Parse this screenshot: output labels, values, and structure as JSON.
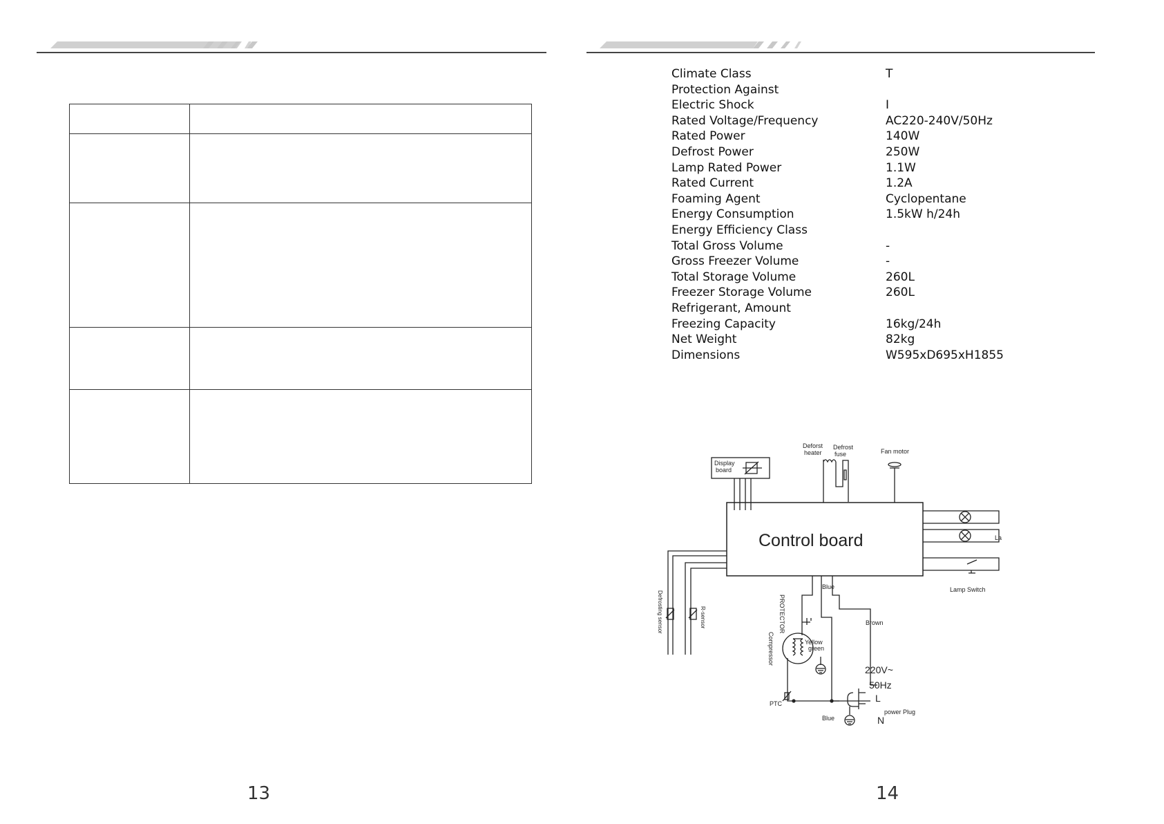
{
  "left_page": {
    "page_number": "13"
  },
  "right_page": {
    "page_number": "14",
    "specs": [
      {
        "label": "Climate Class",
        "value": "T"
      },
      {
        "label": "Protection Against",
        "value": ""
      },
      {
        "label": "Electric Shock",
        "value": "I"
      },
      {
        "label": "Rated Voltage/Frequency",
        "value": "AC220-240V/50Hz"
      },
      {
        "label": "Rated Power",
        "value": "140W"
      },
      {
        "label": "Defrost Power",
        "value": "250W"
      },
      {
        "label": "Lamp Rated Power",
        "value": "1.1W"
      },
      {
        "label": "Rated Current",
        "value": "1.2A"
      },
      {
        "label": "Foaming Agent",
        "value": "Cyclopentane"
      },
      {
        "label": "Energy Consumption",
        "value": "1.5kW h/24h"
      },
      {
        "label": "Energy Efficiency Class",
        "value": ""
      },
      {
        "label": "Total Gross Volume",
        "value": "-"
      },
      {
        "label": "Gross Freezer Volume",
        "value": "-"
      },
      {
        "label": "Total Storage Volume",
        "value": "260L"
      },
      {
        "label": "Freezer Storage Volume",
        "value": "260L"
      },
      {
        "label": "Refrigerant, Amount",
        "value": ""
      },
      {
        "label": "Freezing Capacity",
        "value": "16kg/24h"
      },
      {
        "label": "Net Weight",
        "value": "82kg"
      },
      {
        "label": "Dimensions",
        "value": "W595xD695xH1855"
      }
    ],
    "diagram": {
      "control_board": "Control board",
      "display_board_line1": "Display",
      "display_board_line2": "board",
      "defrost_heater_line1": "Deforst",
      "defrost_heater_line2": "heater",
      "defrost_fuse_line1": "Defrost",
      "defrost_fuse_line2": "fuse",
      "fan_motor": "Fan motor",
      "lamp": "Lamp",
      "lamp_switch": "Lamp Switch",
      "defrosting_sensor": "Defrosting sensor",
      "r_sensor": "R-sensor",
      "protector": "PROTECTOR",
      "compressor": "Compressor",
      "blue_top": "Blue",
      "blue_bottom": "Blue",
      "brown": "Brown",
      "yellow_green_line1": "Yellow",
      "yellow_green_line2": "green",
      "voltage": "220V~",
      "frequency": "50Hz",
      "live": "L",
      "neutral": "N",
      "power_plug": "power Plug",
      "ptc": "PTC"
    }
  }
}
